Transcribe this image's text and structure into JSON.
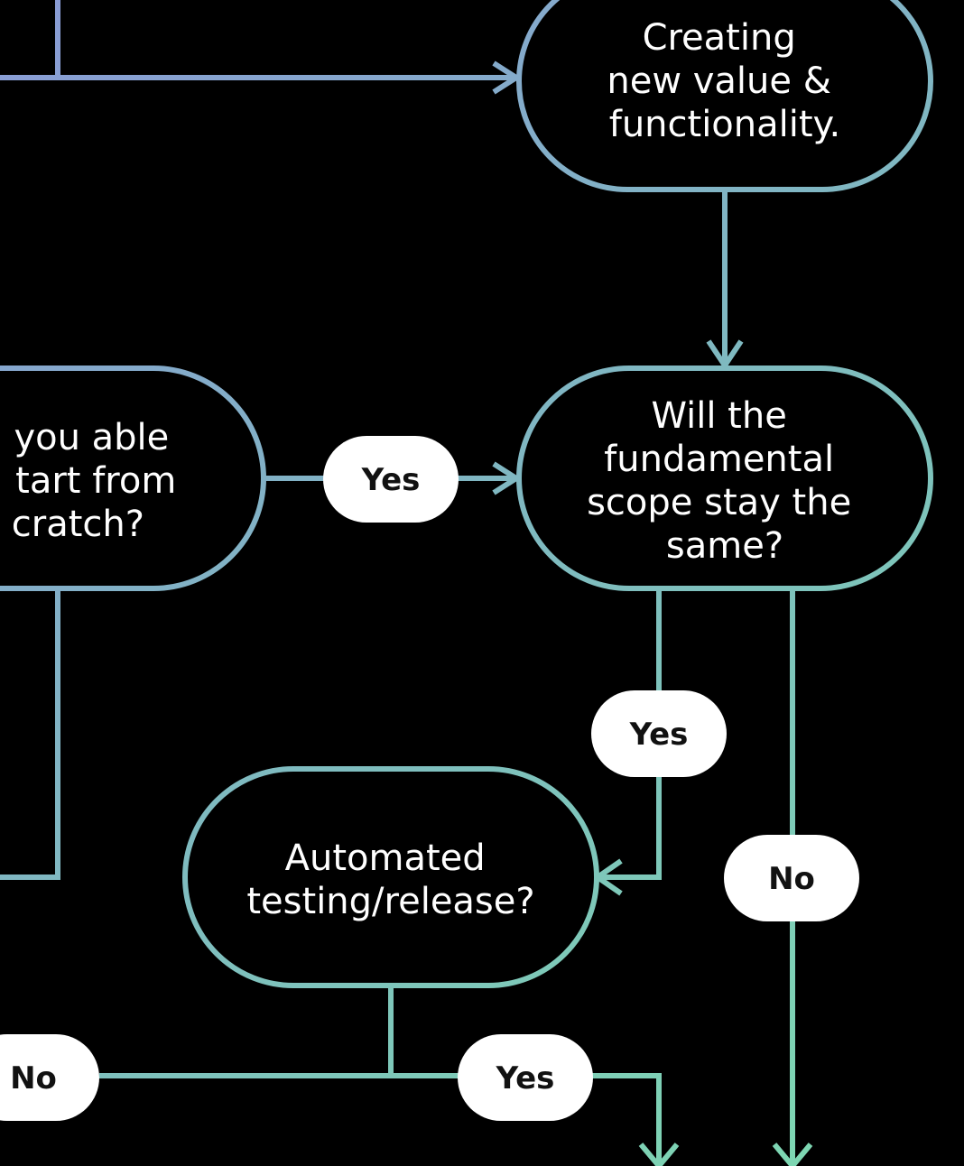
{
  "colors": {
    "background": "#000000",
    "line_start": "#8a9bd6",
    "line_mid": "#7fbac0",
    "line_end": "#7ddbb0",
    "pill_fill": "#ffffff",
    "pill_text": "#111111",
    "node_text": "#ffffff"
  },
  "nodes": {
    "creating": {
      "lines": [
        "Creating",
        "new value &",
        "functionality."
      ]
    },
    "scratch": {
      "lines": [
        "you able",
        "tart from",
        "cratch?"
      ]
    },
    "scope": {
      "lines": [
        "Will the",
        "fundamental",
        "scope stay the",
        "same?"
      ]
    },
    "automated": {
      "lines": [
        "Automated",
        "testing/release?"
      ]
    }
  },
  "labels": {
    "yes_scratch_to_scope": "Yes",
    "yes_scope_to_automated": "Yes",
    "no_scope": "No",
    "yes_automated": "Yes",
    "no_automated": "No"
  }
}
